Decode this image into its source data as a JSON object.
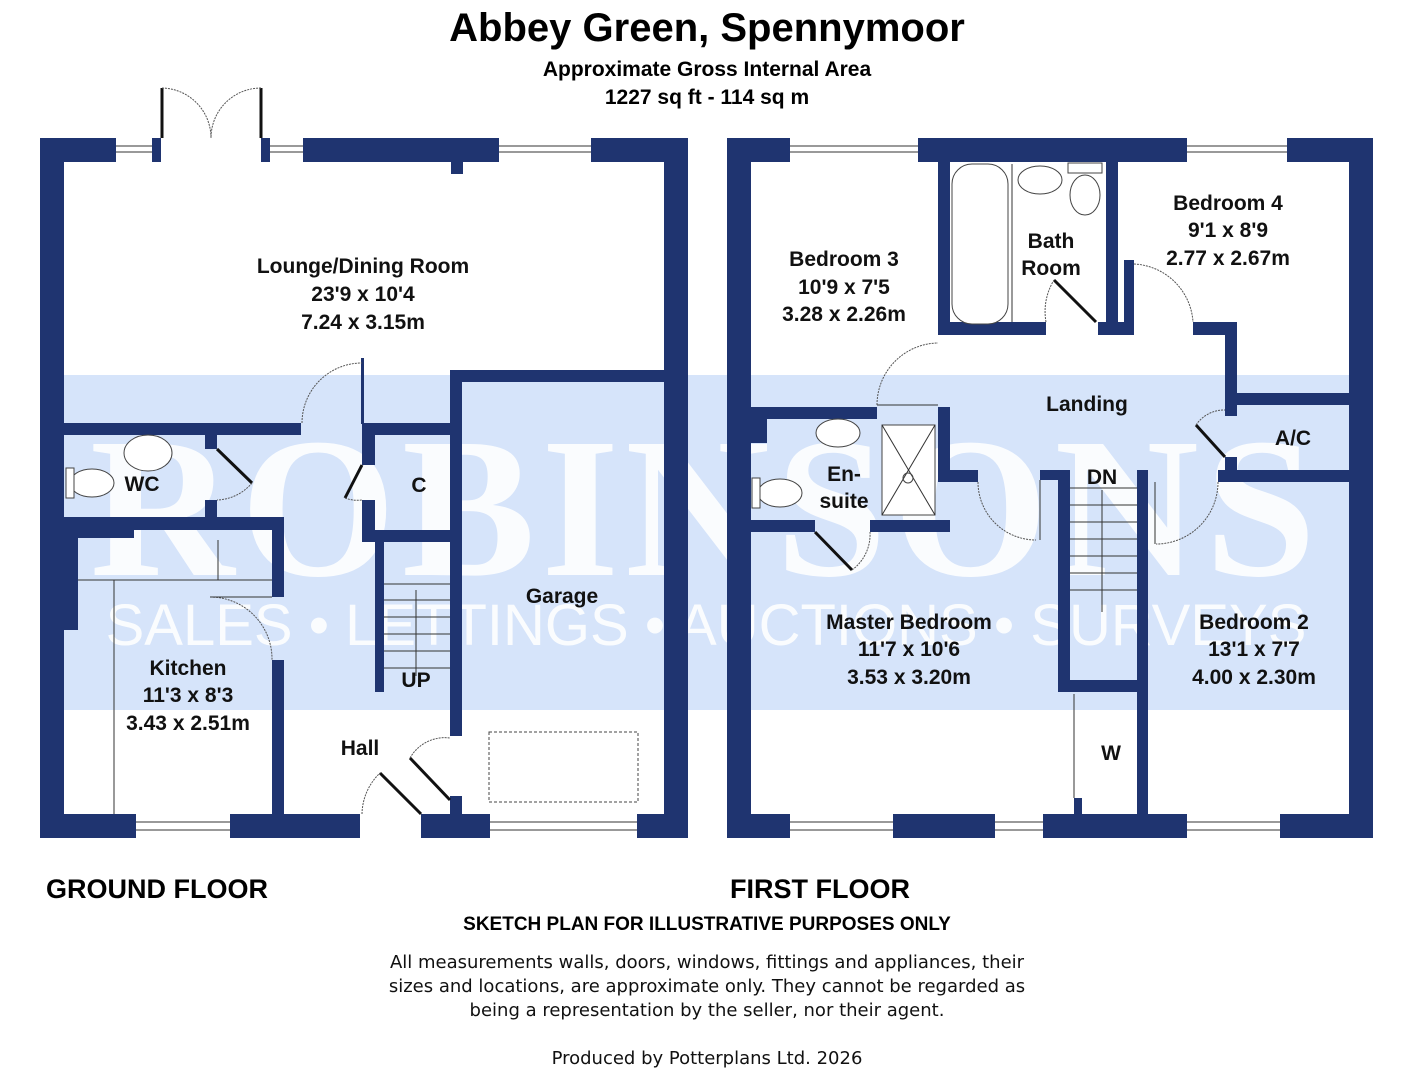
{
  "header": {
    "title": "Abbey Green, Spennymoor",
    "subtitle": "Approximate Gross Internal Area",
    "area": "1227 sq ft - 114 sq m"
  },
  "watermark": {
    "brand": "ROBINSONS",
    "services": "SALES • LETTINGS • AUCTIONS • SURVEYS"
  },
  "ground_floor": {
    "label": "GROUND FLOOR",
    "rooms": {
      "lounge": {
        "name": "Lounge/Dining Room",
        "imperial": "23'9 x 10'4",
        "metric": "7.24 x 3.15m"
      },
      "kitchen": {
        "name": "Kitchen",
        "imperial": "11'3 x 8'3",
        "metric": "3.43 x 2.51m"
      },
      "wc": {
        "name": "WC"
      },
      "cupboard": {
        "name": "C"
      },
      "garage": {
        "name": "Garage"
      },
      "hall": {
        "name": "Hall"
      }
    },
    "stairs_label": "UP"
  },
  "first_floor": {
    "label": "FIRST FLOOR",
    "rooms": {
      "bedroom3": {
        "name": "Bedroom 3",
        "imperial": "10'9 x 7'5",
        "metric": "3.28 x 2.26m"
      },
      "bathroom": {
        "name1": "Bath",
        "name2": "Room"
      },
      "bedroom4": {
        "name": "Bedroom 4",
        "imperial": "9'1 x 8'9",
        "metric": "2.77 x 2.67m"
      },
      "landing": {
        "name": "Landing"
      },
      "ac": {
        "name": "A/C"
      },
      "ensuite": {
        "name1": "En-",
        "name2": "suite"
      },
      "master": {
        "name": "Master Bedroom",
        "imperial": "11'7 x 10'6",
        "metric": "3.53 x 3.20m"
      },
      "bedroom2": {
        "name": "Bedroom 2",
        "imperial": "13'1 x 7'7",
        "metric": "4.00 x 2.30m"
      },
      "wardrobe": {
        "name": "W"
      }
    },
    "stairs_label": "DN"
  },
  "footer": {
    "disclaimer_heading": "SKETCH PLAN FOR ILLUSTRATIVE PURPOSES ONLY",
    "disclaimer_lines": [
      "All measurements walls, doors, windows, fittings and appliances, their",
      "sizes and locations, are approximate only. They cannot be regarded as",
      "being a representation by the seller, nor their agent."
    ],
    "credit": "Produced by Potterplans Ltd. 2026"
  },
  "colors": {
    "wall": "#1f3470",
    "watermark_band": "#d6e4fa"
  }
}
